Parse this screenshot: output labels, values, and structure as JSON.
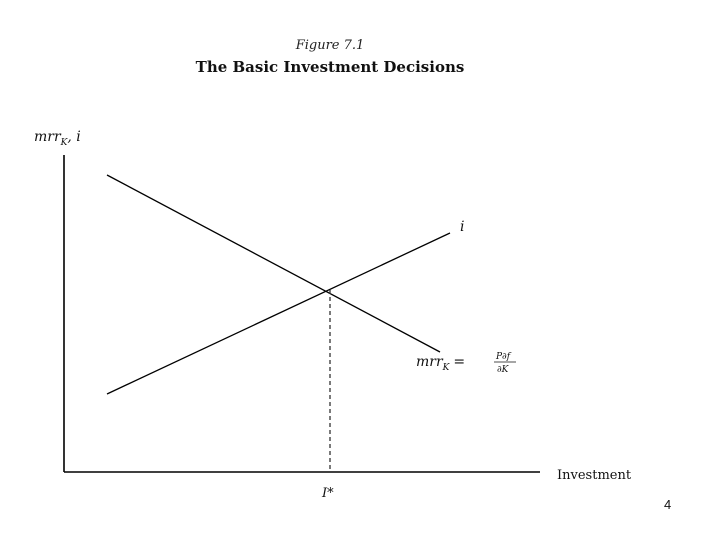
{
  "figure": {
    "label": "Figure 7.1",
    "title": "The Basic Investment Decisions"
  },
  "axes": {
    "y_label_main": "mrr",
    "y_label_sub": "K",
    "y_label_rest": ", i",
    "x_label": "Investment",
    "x_marker": "I*"
  },
  "curves": {
    "rising_label": "i",
    "falling_label_main": "mrr",
    "falling_label_sub": "K",
    "falling_label_eq": "=",
    "falling_label_num": "P∂f",
    "falling_label_den": "∂K"
  },
  "page_number": "4",
  "colors": {
    "line": "#000000",
    "text": "#111111",
    "dashed": "#333333"
  }
}
